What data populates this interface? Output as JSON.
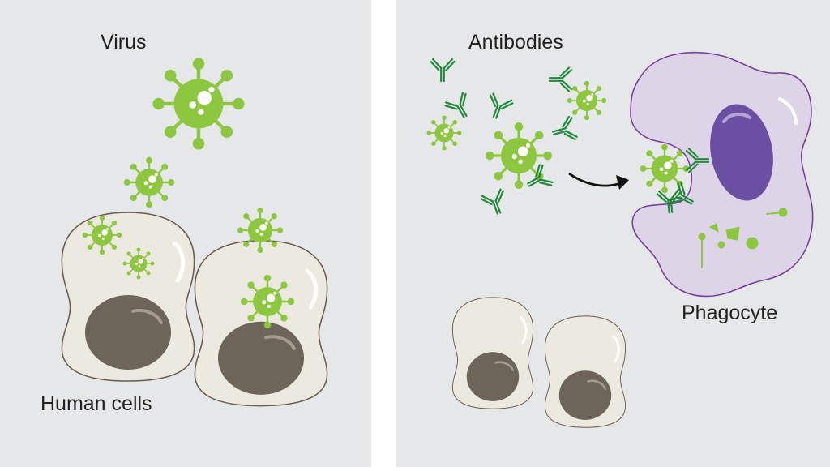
{
  "left_panel": {
    "virus_label": "Virus",
    "cells_label": "Human cells"
  },
  "right_panel": {
    "antibodies_label": "Antibodies",
    "phagocyte_label": "Phagocyte"
  },
  "colors": {
    "panel_background": "#e6e7e8",
    "divider": "#ffffff",
    "virus_green": "#8dc63f",
    "antibody_green": "#1f8a3a",
    "cell_fill": "#ece9e1",
    "cell_outline": "#6b5b4b",
    "nucleus": "#6d645a",
    "phagocyte_fill": "#ddd4e8",
    "phagocyte_outline": "#7b3fa0",
    "phagocyte_nucleus": "#6a4fa3",
    "arrow": "#111111"
  },
  "icons": [
    "virus-icon",
    "antibody-icon",
    "human-cell-icon",
    "phagocyte-icon",
    "arrow-icon"
  ]
}
